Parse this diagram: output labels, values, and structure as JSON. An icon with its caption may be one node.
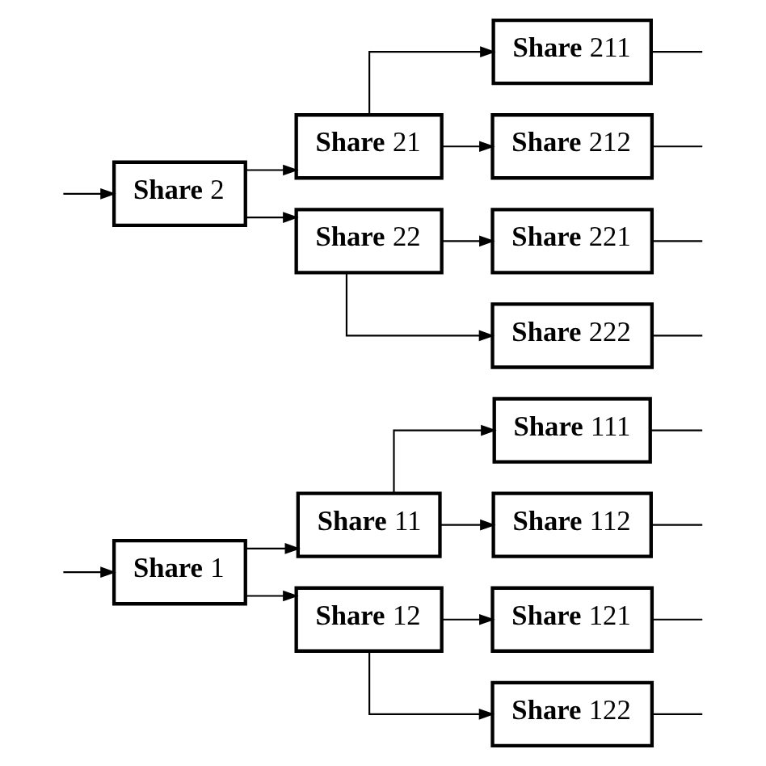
{
  "diagram": {
    "nodes": [
      {
        "text": [
          "**Share** 1"
        ]
      },
      {
        "text": [
          "**Share** 11"
        ]
      },
      {
        "text": [
          "**Share** 111"
        ]
      },
      {
        "text": [
          "**Share** 112"
        ]
      },
      {
        "text": [
          "**Share** 12"
        ]
      },
      {
        "text": [
          "**Share** 121"
        ]
      },
      {
        "text": [
          "**Share** 122"
        ]
      },
      {
        "text": [
          "**Share** 2"
        ]
      },
      {
        "text": [
          "**Share** 21"
        ]
      },
      {
        "text": [
          "**Share** 211"
        ]
      },
      {
        "text": [
          "**Share** 212"
        ]
      },
      {
        "text": [
          "**Share** 22"
        ]
      },
      {
        "text": [
          "**Share** 221"
        ]
      },
      {
        "text": [
          "**Share** 222"
        ]
      }
    ],
    "edges": [
      {
        "from": null,
        "to": 0,
        "arrow": "to"
      },
      {
        "from": 0,
        "to": 1,
        "arrow": "to"
      },
      {
        "from": 0,
        "to": 4,
        "arrow": "to"
      },
      {
        "from": 1,
        "to": 2,
        "arrow": "to"
      },
      {
        "from": 1,
        "to": 3,
        "arrow": "to"
      },
      {
        "from": 4,
        "to": 5,
        "arrow": "to"
      },
      {
        "from": 4,
        "to": 6,
        "arrow": "to"
      },
      {
        "from": 2,
        "to": null,
        "arrow": "none"
      },
      {
        "from": 3,
        "to": null,
        "arrow": "none"
      },
      {
        "from": 5,
        "to": null,
        "arrow": "none"
      },
      {
        "from": 6,
        "to": null,
        "arrow": "none"
      },
      {
        "from": null,
        "to": 7,
        "arrow": "to"
      },
      {
        "from": 7,
        "to": 8,
        "arrow": "to"
      },
      {
        "from": 7,
        "to": 11,
        "arrow": "to"
      },
      {
        "from": 8,
        "to": 9,
        "arrow": "to"
      },
      {
        "from": 8,
        "to": 10,
        "arrow": "to"
      },
      {
        "from": 11,
        "to": 12,
        "arrow": "to"
      },
      {
        "from": 11,
        "to": 13,
        "arrow": "to"
      },
      {
        "from": 9,
        "to": null,
        "arrow": "none"
      },
      {
        "from": 10,
        "to": null,
        "arrow": "none"
      },
      {
        "from": 12,
        "to": null,
        "arrow": "none"
      },
      {
        "from": 13,
        "to": null,
        "arrow": "none"
      }
    ]
  }
}
